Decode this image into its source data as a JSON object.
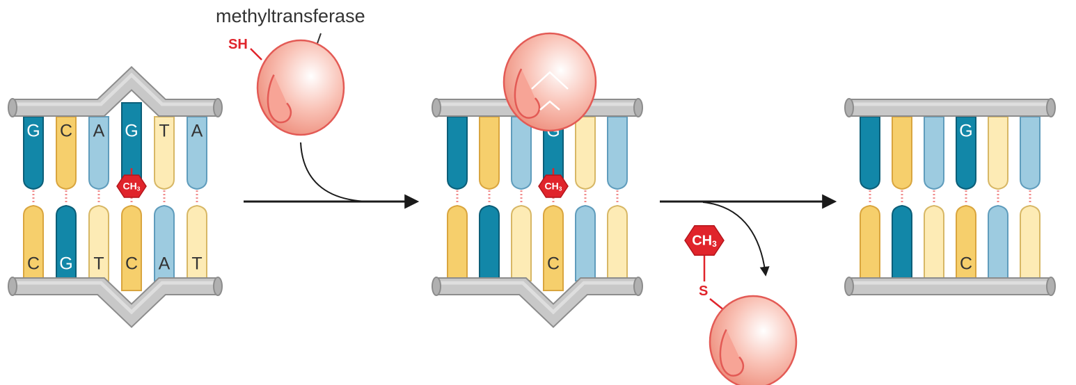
{
  "labels": {
    "enzyme": "methyltransferase",
    "thiol": "SH",
    "sulfur": "S",
    "methyl": "CH3"
  },
  "panels": [
    {
      "top": [
        "G",
        "C",
        "A",
        "G",
        "T",
        "A"
      ],
      "bottom": [
        "C",
        "G",
        "T",
        "C",
        "A",
        "T"
      ]
    },
    {
      "top": [
        "",
        "",
        "",
        "G",
        "",
        ""
      ],
      "bottom": [
        "",
        "",
        "",
        "C",
        "",
        ""
      ]
    },
    {
      "top": [
        "",
        "",
        "",
        "G",
        "",
        ""
      ],
      "bottom": [
        "",
        "",
        "",
        "C",
        "",
        ""
      ]
    }
  ],
  "colors": {
    "G": "#1287a8",
    "C": "#f6cf6c",
    "A": "#9dcbe0",
    "T": "#fdebb5",
    "backbone": "#c8c8c8",
    "methyl": "#e0242b",
    "enzyme": "#f6b1a4"
  }
}
